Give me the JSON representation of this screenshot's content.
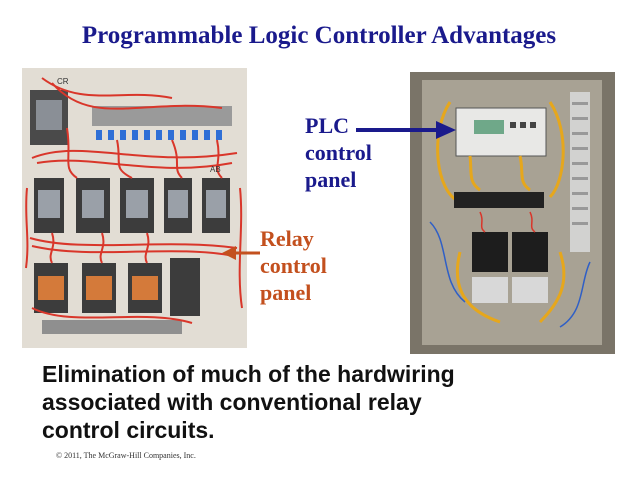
{
  "slide": {
    "title": "Programmable Logic Controller Advantages",
    "plc_label": [
      "PLC",
      "control",
      "panel"
    ],
    "relay_label": [
      "Relay",
      "control",
      "panel"
    ],
    "body_lines": [
      "Elimination of much of the hardwiring",
      "associated with conventional relay",
      "control circuits."
    ],
    "copyright": "© 2011, The McGraw-Hill Companies, Inc.",
    "photo_labels": {
      "relay_top": "CR",
      "relay_side": "AB"
    }
  },
  "colors": {
    "title": "#1a1a8c",
    "plc_label": "#1a1a8c",
    "relay_label": "#c3501e",
    "body": "#111111",
    "wire": "#d9362a",
    "plc_wire": "#e6a71c"
  }
}
